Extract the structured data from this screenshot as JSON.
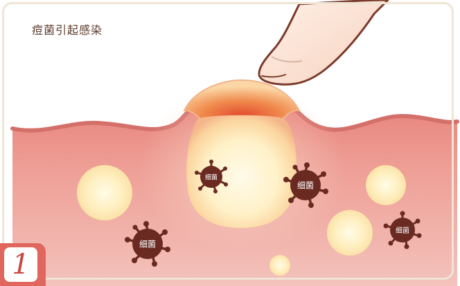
{
  "title": "痘菌引起感染",
  "germ_label": "细菌",
  "step_number": "1",
  "colors": {
    "skin": "#ec9b93",
    "skin_edge": "#d4706a",
    "pimple_core": "#fff6d9",
    "pimple_rim": "#f08a5d",
    "germ": "#6a2a22",
    "finger": "#fbe2d3",
    "finger_outline": "#7a3b2b",
    "badge": "#e0665e"
  },
  "icons": [
    "finger-icon",
    "bacteria-icon",
    "pimple-icon"
  ]
}
